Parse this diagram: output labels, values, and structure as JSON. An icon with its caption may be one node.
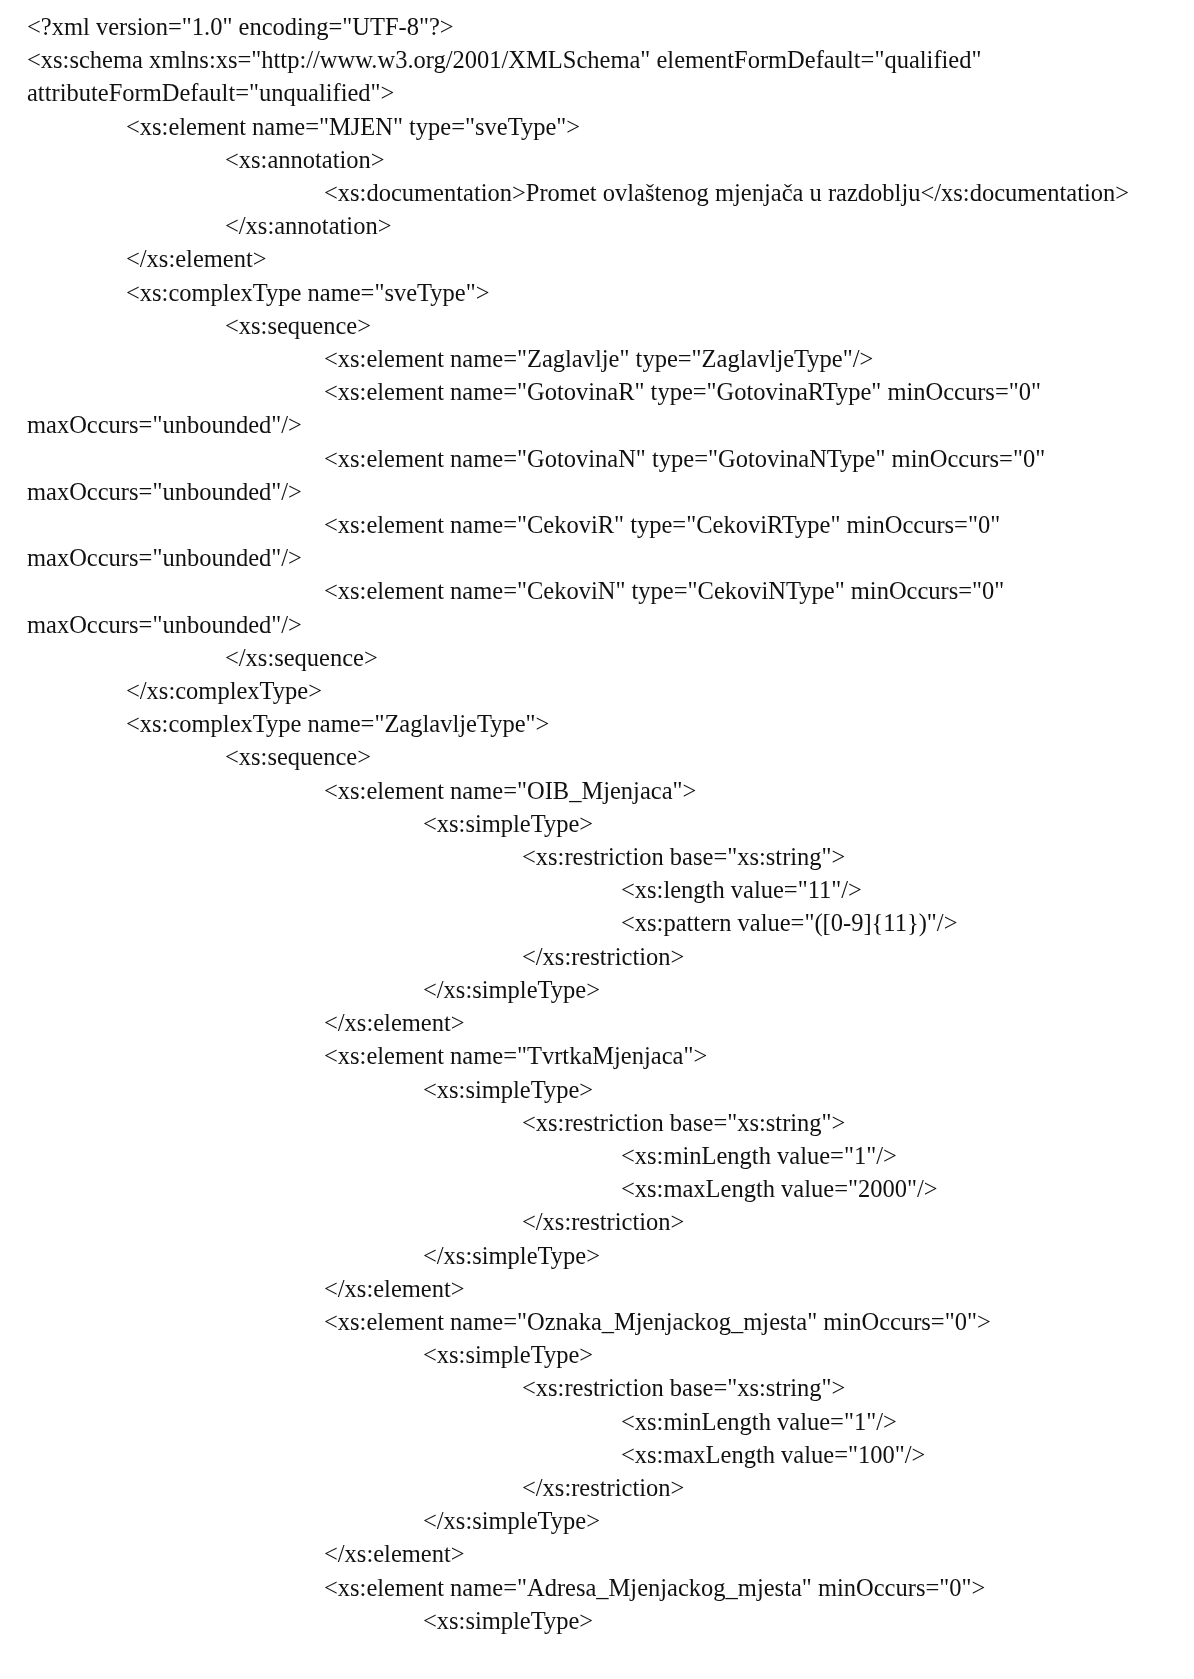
{
  "diagram": {
    "labels": [
      "<?xml version=\"1.0\" encoding=\"UTF-8\"?>",
      "<xs:schema xmlns:xs=\"http://www.w3.org/2001/XMLSchema\" elementFormDefault=\"qualified\" attributeFormDefault=\"unqualified\">",
      "<xs:element name=\"MJEN\" type=\"sveType\">",
      "<xs:annotation>",
      "<xs:documentation>Promet ovlaštenog mjenjača u razdoblju</xs:documentation>",
      "</xs:annotation>",
      "</xs:element>",
      "<xs:complexType name=\"sveType\">",
      "<xs:sequence>",
      "<xs:element name=\"Zaglavlje\" type=\"ZaglavljeType\"/>",
      "<xs:element name=\"GotovinaR\" type=\"GotovinaRType\" minOccurs=\"0\" maxOccurs=\"unbounded\"/>",
      "<xs:element name=\"GotovinaN\" type=\"GotovinaNType\" minOccurs=\"0\" maxOccurs=\"unbounded\"/>",
      "<xs:element name=\"CekoviR\" type=\"CekoviRType\" minOccurs=\"0\" maxOccurs=\"unbounded\"/>",
      "<xs:element name=\"CekoviN\" type=\"CekoviNType\" minOccurs=\"0\" maxOccurs=\"unbounded\"/>",
      "</xs:sequence>",
      "</xs:complexType>",
      "<xs:complexType name=\"ZaglavljeType\">",
      "<xs:sequence>",
      "<xs:element name=\"OIB_Mjenjaca\">",
      "<xs:simpleType>",
      "<xs:restriction base=\"xs:string\">",
      "<xs:length value=\"11\"/>",
      "<xs:pattern value=\"([0-9]{11})\"/>",
      "</xs:restriction>",
      "</xs:simpleType>",
      "</xs:element>",
      "<xs:element name=\"TvrtkaMjenjaca\">",
      "<xs:simpleType>",
      "<xs:restriction base=\"xs:string\">",
      "<xs:minLength value=\"1\"/>",
      "<xs:maxLength value=\"2000\"/>",
      "</xs:restriction>",
      "</xs:simpleType>",
      "</xs:element>",
      "<xs:element name=\"Oznaka_Mjenjackog_mjesta\" minOccurs=\"0\">",
      "<xs:simpleType>",
      "<xs:restriction base=\"xs:string\">",
      "<xs:minLength value=\"1\"/>",
      "<xs:maxLength value=\"100\"/>",
      "</xs:restriction>",
      "</xs:simpleType>",
      "</xs:element>",
      "<xs:element name=\"Adresa_Mjenjackog_mjesta\" minOccurs=\"0\">",
      "<xs:simpleType>"
    ]
  }
}
